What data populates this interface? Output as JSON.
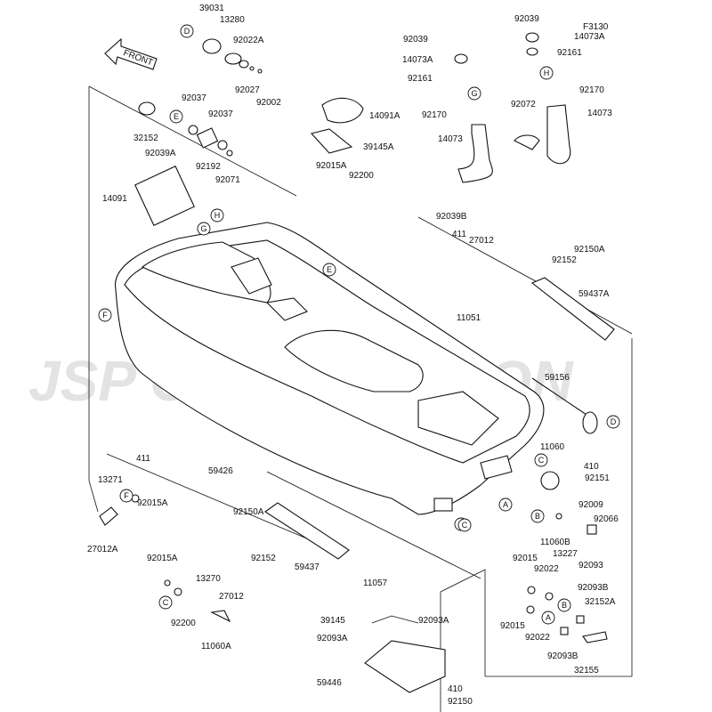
{
  "diagram": {
    "code": "F3130",
    "front_label": "FRONT",
    "watermark": "JSP CORPORATION",
    "part_labels": [
      "39031",
      "13280",
      "92022A",
      "92027",
      "92002",
      "92037",
      "32152",
      "92037",
      "92192",
      "92071",
      "92039A",
      "14091",
      "14091A",
      "39145A",
      "92015A",
      "92200",
      "92039B",
      "411",
      "27012",
      "92150A",
      "92152",
      "59437A",
      "11051",
      "59156",
      "410",
      "92151",
      "11060",
      "92009",
      "92066",
      "11060B",
      "13227",
      "92093",
      "92015",
      "92022",
      "92093B",
      "32152A",
      "92015",
      "92022",
      "92093B",
      "32155",
      "59426",
      "13271",
      "411",
      "92015A",
      "27012A",
      "92150A",
      "92152",
      "59437",
      "92015A",
      "13270",
      "27012",
      "92200",
      "11060A",
      "11057",
      "39145",
      "92093A",
      "92093A",
      "59446",
      "410",
      "92150",
      "92039",
      "14073A",
      "92161",
      "92170",
      "92072",
      "14073",
      "92039",
      "14073A",
      "92161",
      "92170",
      "14073"
    ],
    "callout_letters": [
      "D",
      "E",
      "G",
      "H",
      "F",
      "E",
      "C",
      "C",
      "A",
      "B",
      "C",
      "D",
      "F",
      "C",
      "A",
      "B",
      "G",
      "H"
    ]
  }
}
